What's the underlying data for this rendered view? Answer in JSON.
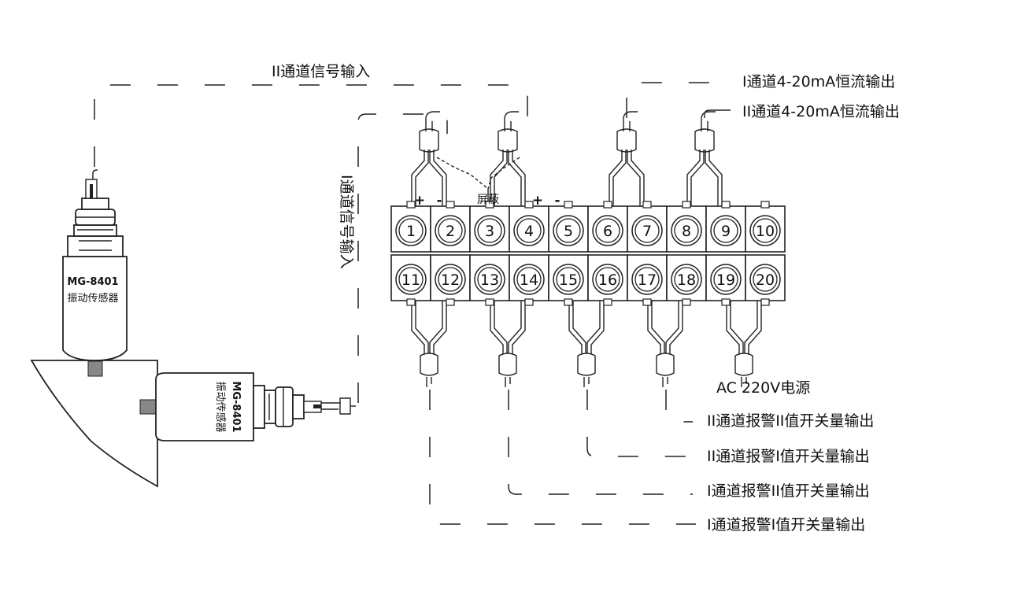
{
  "labels": {
    "ch2_signal_input": "II通道信号输入",
    "ch1_signal_input": "I通道信号输入",
    "ch1_current_output": "I通道4-20mA恒流输出",
    "ch2_current_output": "II通道4-20mA恒流输出",
    "shield": "屏蔽",
    "plus": "+",
    "minus": "-",
    "power": "AC 220V电源",
    "ch2_alarm_II": "II通道报警II值开关量输出",
    "ch2_alarm_I": "II通道报警I值开关量输出",
    "ch1_alarm_II": "I通道报警II值开关量输出",
    "ch1_alarm_I": "I通道报警I值开关量输出"
  },
  "sensor_vertical": {
    "model": "MG-8401",
    "name": "振动传感器"
  },
  "sensor_horizontal": {
    "model": "MG-8401",
    "name": "振动传感器"
  },
  "terminals_top": [
    "1",
    "2",
    "3",
    "4",
    "5",
    "6",
    "7",
    "8",
    "9",
    "10"
  ],
  "terminals_bottom": [
    "11",
    "12",
    "13",
    "14",
    "15",
    "16",
    "17",
    "18",
    "19",
    "20"
  ]
}
